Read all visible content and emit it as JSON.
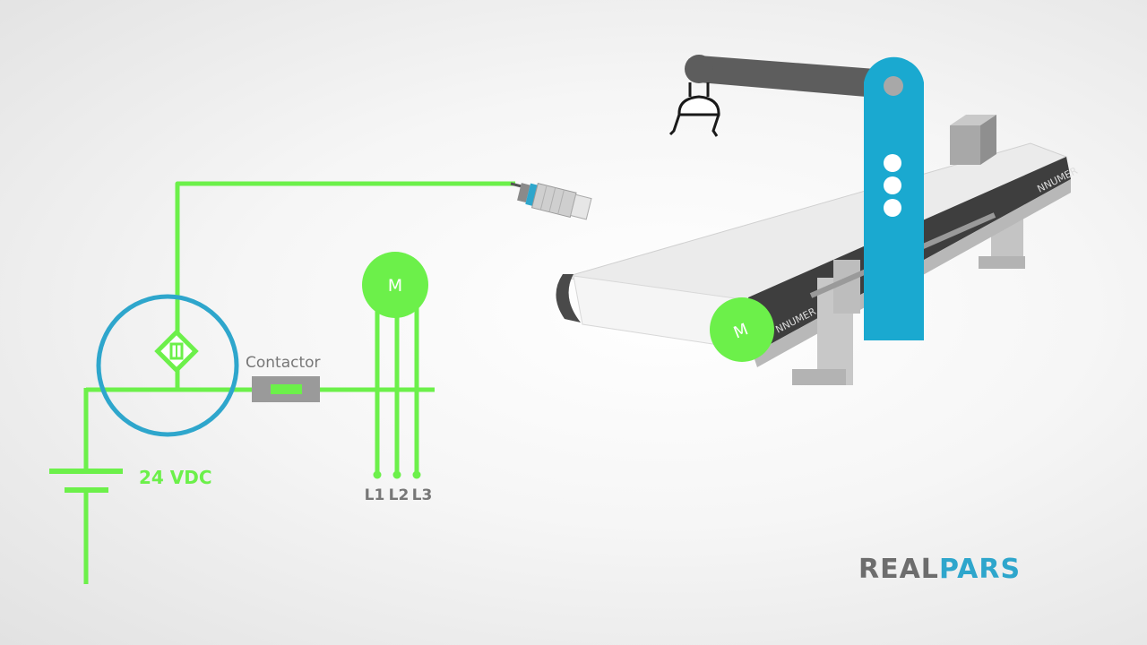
{
  "diagram": {
    "contactor_label": "Contactor",
    "supply_label": "24 VDC",
    "motor_label": "M",
    "phase_labels": [
      "L1",
      "L2",
      "L3"
    ],
    "conveyor_motor_label": "M",
    "belt_brand": "NNUMER"
  },
  "branding": {
    "logo_part1": "REAL",
    "logo_part2": "PARS"
  },
  "colors": {
    "wire": "#6cf04a",
    "motor_fill": "#6cf04a",
    "sensor_circle": "#2ea6cc",
    "robot_column": "#1aa9d0",
    "logo_gray": "#6d6d6d",
    "logo_blue": "#2ea6cc",
    "label_gray": "#777777"
  }
}
